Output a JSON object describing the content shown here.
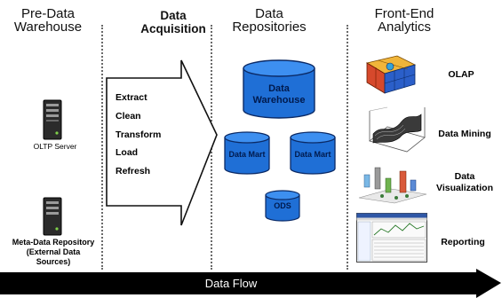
{
  "columns": {
    "pre_data": "Pre-Data\nWarehouse",
    "acquisition": "Data\nAcquisition",
    "repositories": "Data\nRepositories",
    "analytics": "Front-End\nAnalytics"
  },
  "pre_data": {
    "oltp_label": "OLTP Server",
    "meta_label": "Meta-Data Repository\n(External Data\nSources)"
  },
  "acquisition": {
    "steps": [
      "Extract",
      "Clean",
      "Transform",
      "Load",
      "Refresh"
    ]
  },
  "repositories": {
    "warehouse": "Data\nWarehouse",
    "mart_left": "Data Mart",
    "mart_right": "Data Mart",
    "ods": "ODS",
    "color": "#1f6fd6"
  },
  "analytics": {
    "olap": "OLAP",
    "mining": "Data Mining",
    "visualization": "Data\nVisualization",
    "reporting": "Reporting"
  },
  "flow": {
    "label": "Data Flow"
  }
}
